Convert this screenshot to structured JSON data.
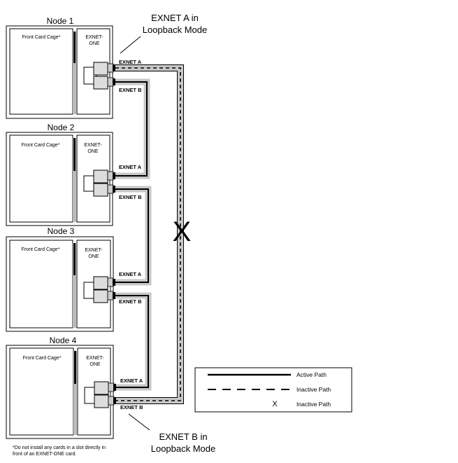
{
  "nodes": [
    {
      "title": "Node 1",
      "cage_label": "Front Card Cage*",
      "card_label_1": "EXNET-",
      "card_label_2": "ONE",
      "port_a": "EXNET A",
      "port_b": "EXNET B"
    },
    {
      "title": "Node 2",
      "cage_label": "Front Card Cage*",
      "card_label_1": "EXNET-",
      "card_label_2": "ONE",
      "port_a": "EXNET A",
      "port_b": "EXNET B"
    },
    {
      "title": "Node 3",
      "cage_label": "Front Card Cage*",
      "card_label_1": "EXNET-",
      "card_label_2": "ONE",
      "port_a": "EXNET A",
      "port_b": "EXNET B"
    },
    {
      "title": "Node 4",
      "cage_label": "Front Card Cage*",
      "card_label_1": "EXNET-",
      "card_label_2": "ONE",
      "port_a": "EXNET A",
      "port_b": "EXNET B"
    }
  ],
  "callouts": {
    "top_line1": "EXNET A in",
    "top_line2": "Loopback Mode",
    "bottom_line1": "EXNET B in",
    "bottom_line2": "Loopback Mode"
  },
  "break_mark": "X",
  "legend": {
    "active": "Active Path",
    "inactive_dashed": "Inactive Path",
    "inactive_x_symbol": "X",
    "inactive_x": "Inactive Path"
  },
  "footnote": {
    "line1": "*Do not install any cards in a slot directly in",
    "line2": "front of an EXNET-ONE card."
  }
}
